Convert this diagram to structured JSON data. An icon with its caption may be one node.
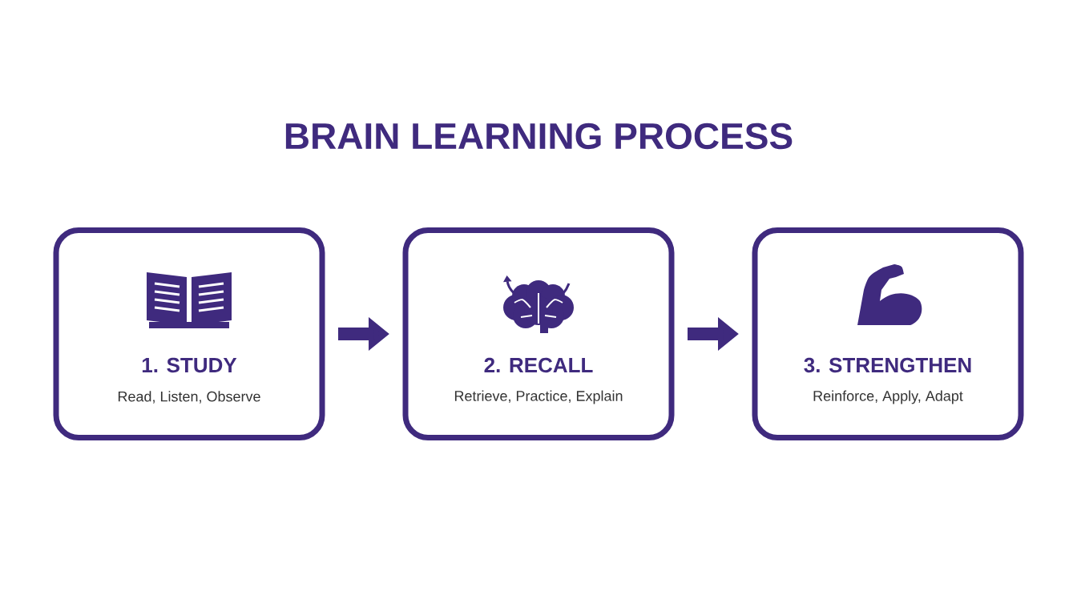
{
  "diagram": {
    "title": "BRAIN LEARNING PROCESS",
    "nodes": [
      {
        "text": [
          "1. STUDY",
          "Read, Listen, Observe"
        ]
      },
      {
        "text": [
          "2. RECALL",
          "Retrieve, Practice, Explain"
        ]
      },
      {
        "text": [
          "3. STRENGTHEN",
          "Reinforce, Apply, Adapt"
        ]
      }
    ],
    "edges": [
      {
        "from": 0,
        "to": 1,
        "arrow": "to"
      },
      {
        "from": 1,
        "to": 2,
        "arrow": "to"
      }
    ]
  }
}
